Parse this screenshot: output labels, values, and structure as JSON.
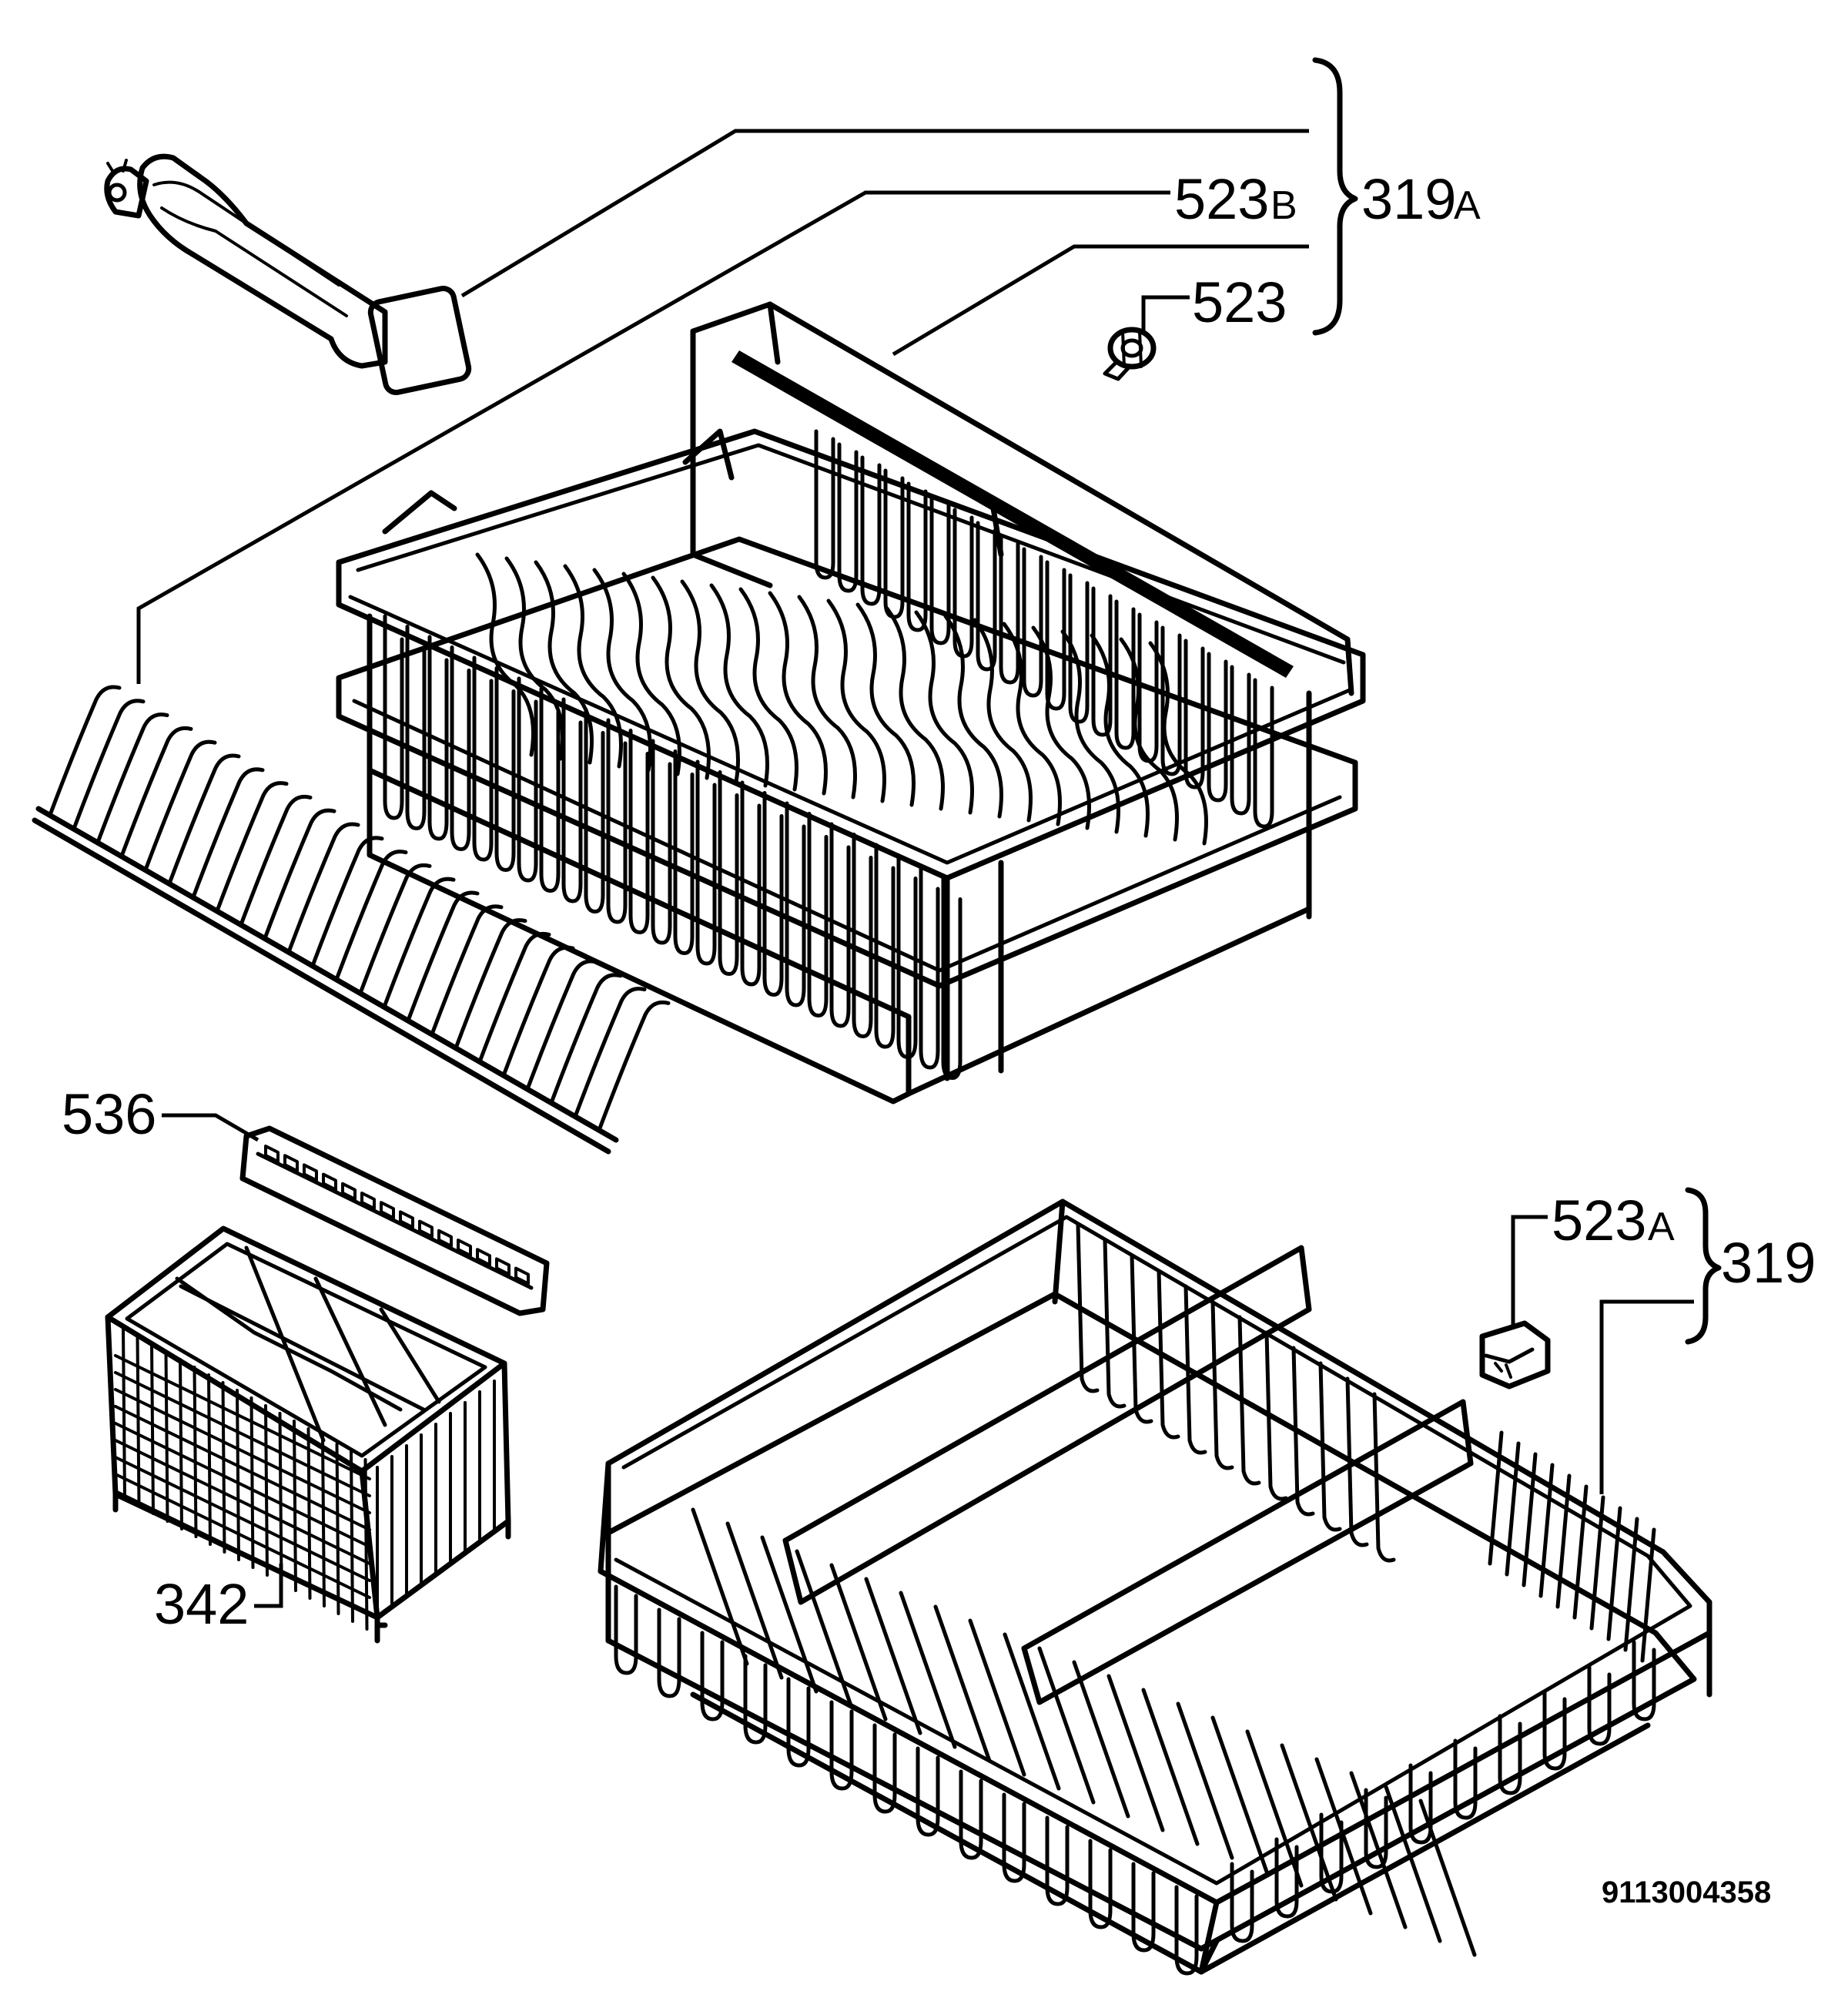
{
  "diagram": {
    "document_number": "9113004358",
    "labels": {
      "upper_group": "319",
      "upper_group_suffix": "A",
      "spray_arm": "523",
      "spray_arm_suffix": "B",
      "upper_wheel": "523",
      "lower_group": "319",
      "lower_wheel": "523",
      "lower_wheel_suffix": "A",
      "basket_lid": "536",
      "cutlery_basket": "342"
    }
  }
}
